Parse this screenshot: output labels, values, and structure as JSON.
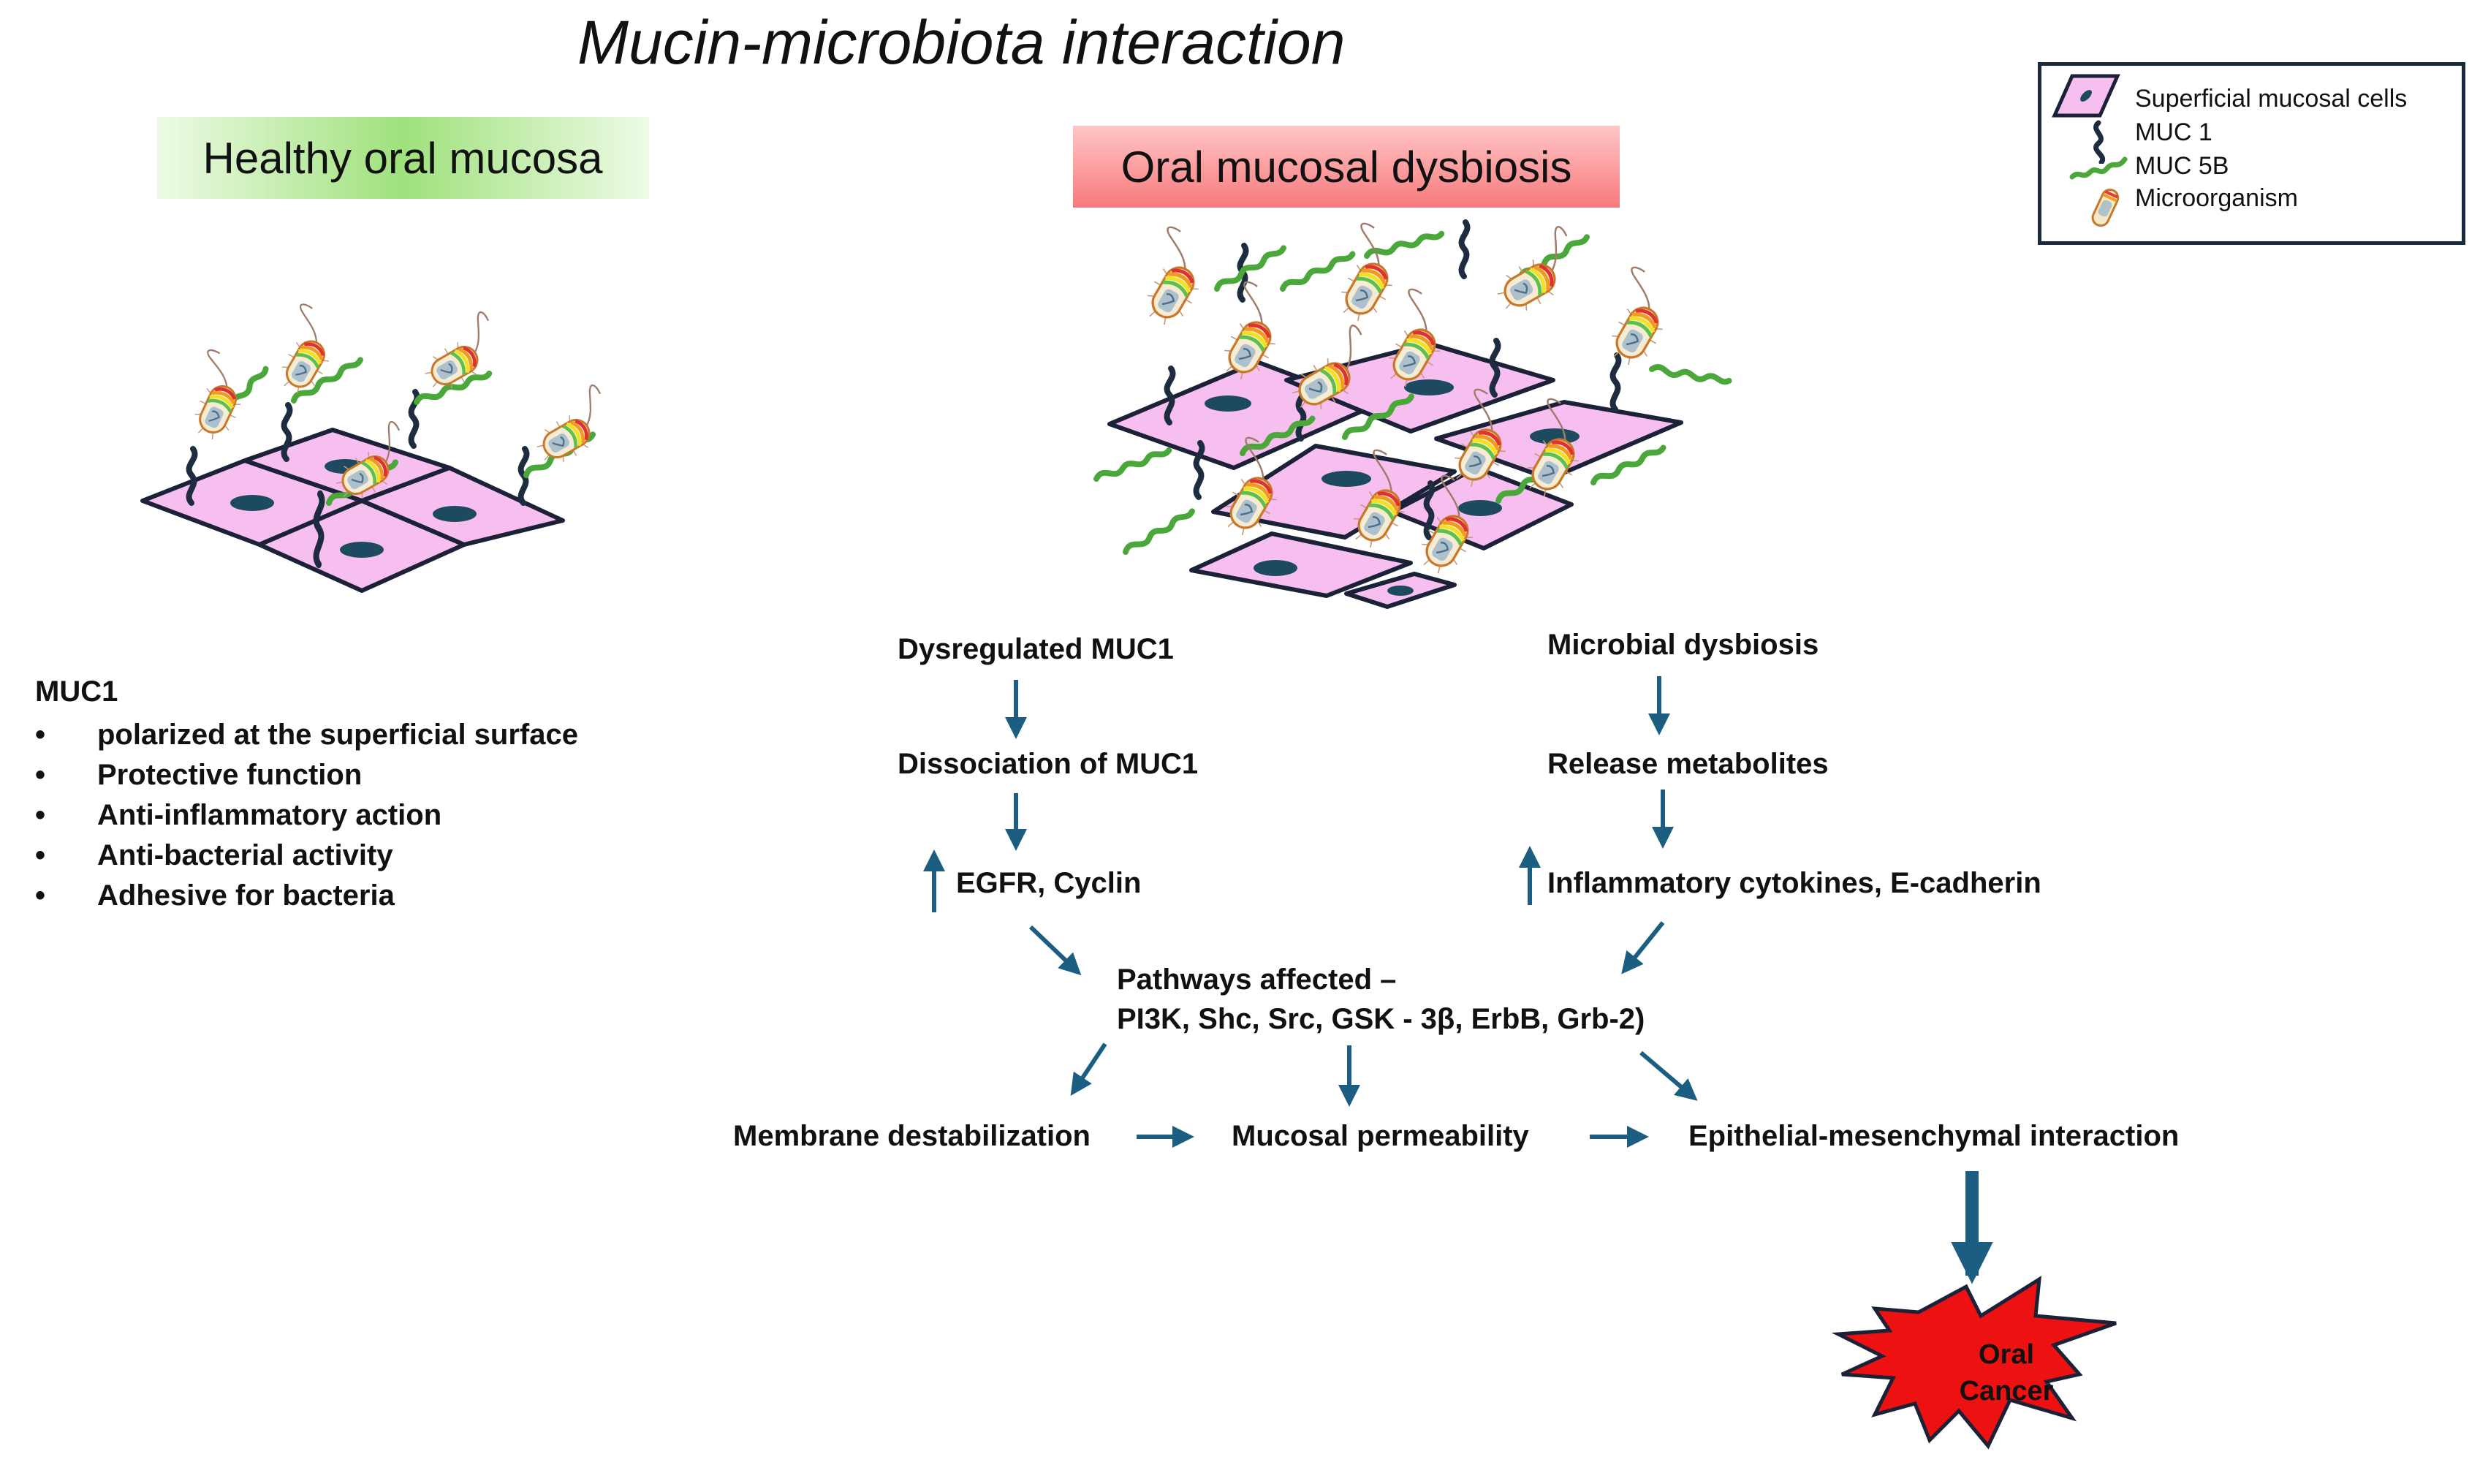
{
  "title": "Mucin-microbiota interaction",
  "panels": {
    "healthy": {
      "label": "Healthy oral mucosa"
    },
    "dysbiosis": {
      "label": "Oral mucosal dysbiosis"
    }
  },
  "legend": {
    "items": [
      {
        "icon": "superficial-cell-icon",
        "label": "Superficial mucosal cells"
      },
      {
        "icon": "muc1-icon",
        "label": "MUC 1"
      },
      {
        "icon": "muc5b-icon",
        "label": "MUC 5B"
      },
      {
        "icon": "microorganism-icon",
        "label": "Microorganism"
      }
    ]
  },
  "muc1_properties": {
    "heading": "MUC1",
    "items": [
      "polarized at the superficial surface",
      "Protective function",
      "Anti-inflammatory action",
      "Anti-bacterial activity",
      "Adhesive for bacteria"
    ]
  },
  "flow": {
    "left": {
      "step1": "Dysregulated MUC1",
      "step2": "Dissociation of MUC1",
      "step3": "EGFR, Cyclin"
    },
    "right": {
      "step1": "Microbial dysbiosis",
      "step2": "Release metabolites",
      "step3": "Inflammatory cytokines, E-cadherin"
    },
    "pathways": {
      "line1": "Pathways affected –",
      "line2": "PI3K, Shc, Src, GSK - 3β,  ErbB, Grb-2)"
    },
    "outcomes": {
      "membrane": "Membrane destabilization",
      "permeability": "Mucosal permeability",
      "emt": "Epithelial-mesenchymal interaction"
    },
    "endpoint": {
      "line1": "Oral",
      "line2": "Cancer"
    }
  },
  "colors": {
    "cell_fill": "#f6bff0",
    "cell_border": "#1b2238",
    "muc1": "#1d2d3f",
    "muc5b": "#4aa83a",
    "arrow": "#1b5e82",
    "star": "#ee1111",
    "healthy_banner": "#9fe17c",
    "dysbiosis_banner": "#f7797c"
  }
}
